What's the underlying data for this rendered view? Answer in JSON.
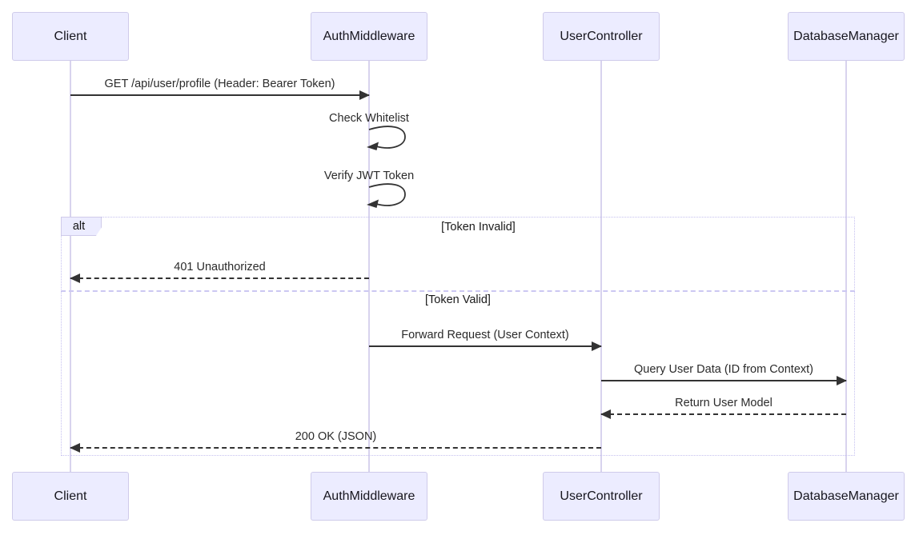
{
  "diagram": {
    "type": "sequence",
    "participants": [
      {
        "name": "Client"
      },
      {
        "name": "AuthMiddleware"
      },
      {
        "name": "UserController"
      },
      {
        "name": "DatabaseManager"
      }
    ],
    "messages": [
      {
        "from": "Client",
        "to": "AuthMiddleware",
        "label": "GET /api/user/profile (Header: Bearer Token)",
        "line": "solid",
        "kind": "request"
      },
      {
        "from": "AuthMiddleware",
        "to": "AuthMiddleware",
        "label": "Check Whitelist",
        "line": "solid",
        "kind": "self"
      },
      {
        "from": "AuthMiddleware",
        "to": "AuthMiddleware",
        "label": "Verify JWT Token",
        "line": "solid",
        "kind": "self"
      },
      {
        "from": "AuthMiddleware",
        "to": "Client",
        "label": "401 Unauthorized",
        "line": "dashed",
        "kind": "response"
      },
      {
        "from": "AuthMiddleware",
        "to": "UserController",
        "label": "Forward Request (User Context)",
        "line": "solid",
        "kind": "request"
      },
      {
        "from": "UserController",
        "to": "DatabaseManager",
        "label": "Query User Data (ID from Context)",
        "line": "solid",
        "kind": "request"
      },
      {
        "from": "DatabaseManager",
        "to": "UserController",
        "label": "Return User Model",
        "line": "dashed",
        "kind": "response"
      },
      {
        "from": "UserController",
        "to": "Client",
        "label": "200 OK (JSON)",
        "line": "dashed",
        "kind": "response"
      }
    ],
    "alt": {
      "operator": "alt",
      "sections": [
        {
          "condition": "[Token Invalid]"
        },
        {
          "condition": "[Token Valid]"
        }
      ]
    },
    "colors": {
      "participant_fill": "#ECECFF",
      "participant_border": "#CFCBEA",
      "lifeline": "#D8D3EE",
      "frame_border": "#C5C0F0",
      "message_line": "#333333",
      "background": "#FFFFFF"
    }
  }
}
